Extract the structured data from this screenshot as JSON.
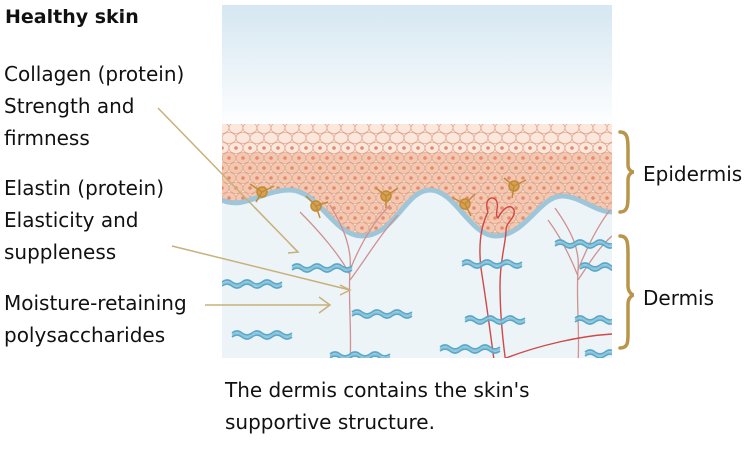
{
  "title": "Healthy skin",
  "labels": {
    "collagen_1": "Collagen (protein)",
    "collagen_2": "Strength and",
    "collagen_3": "firmness",
    "elastin_1": "Elastin (protein)",
    "elastin_2": "Elasticity and",
    "elastin_3": "suppleness",
    "moisture_1": "Moisture-retaining",
    "moisture_2": "polysaccharides"
  },
  "layers": {
    "epidermis": "Epidermis",
    "dermis": "Dermis"
  },
  "caption": {
    "line1": "The dermis contains the skin's",
    "line2": "supportive structure."
  },
  "colors": {
    "callout_line": "#c8b07a",
    "bracket": "#b8954a",
    "sky_top": "#d7e8f1",
    "dermis_fill": "#edf4f8",
    "cell_fill": "#f4c8b0",
    "cell_nucleus": "#e58a6a",
    "basement": "#9ec6d8",
    "collagen": "#5aa8c8",
    "elastin": "#d09090",
    "vessel": "#d04848",
    "melanocyte": "#d7a250"
  }
}
